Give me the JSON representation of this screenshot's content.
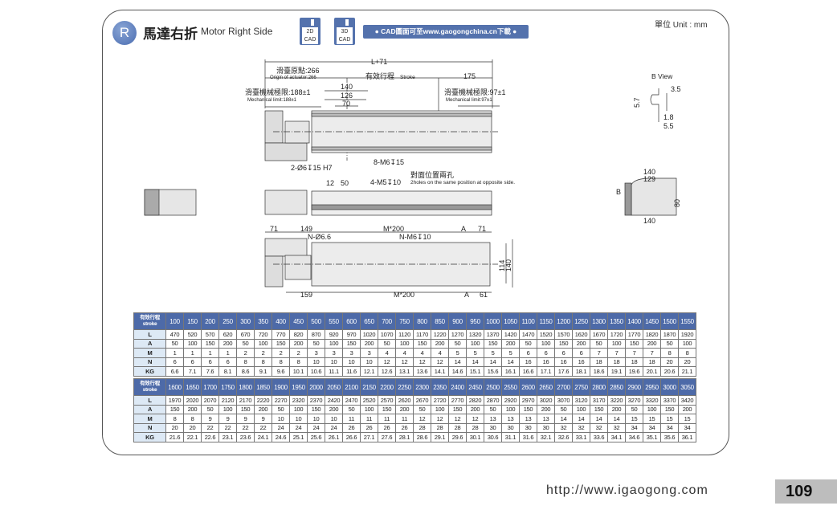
{
  "header": {
    "badge": "R",
    "title": "馬達右折",
    "subtitle": "Motor Right Side",
    "cad2d": [
      "2D",
      "CAD"
    ],
    "cad3d": [
      "3D",
      "CAD"
    ],
    "cad_note": "● CAD圖面可至www.gaogongchina.cn下載 ●",
    "unit": "單位 Unit : mm"
  },
  "drawing": {
    "l71": "L+71",
    "origin_cn": "滑臺原點:266",
    "origin_en": "Origin of actuator:266",
    "stroke_cn": "有效行程",
    "stroke_en": "Stroke",
    "d175": "175",
    "mech_left_cn": "滑臺機械極限:188±1",
    "mech_left_en": "Mechanical limit:188±1",
    "mech_right_cn": "滑臺機械極限:97±1",
    "mech_right_en": "Mechanical limit:97±1",
    "d140": "140",
    "d126": "126",
    "d70": "70",
    "pin": "2-Ø6↧15 H7",
    "m6": "8-M6↧15",
    "d12": "12",
    "d50": "50",
    "m5": "4-M5↧10",
    "opp_cn": "對面位置兩孔",
    "opp_en": "2holes on the same position at opposite side.",
    "b71a": "71",
    "b149": "149",
    "bm200": "M*200",
    "bA": "A",
    "b71b": "71",
    "n66": "N-Ø6.6",
    "nm6": "N-M6↧10",
    "b114": "114",
    "b140": "140",
    "b159": "159",
    "bm200b": "M*200",
    "bA2": "A",
    "b61": "61",
    "bview": "B  View",
    "v35": "3.5",
    "v57": "5.7",
    "v18": "1.8",
    "v55": "5.5",
    "e140": "140",
    "e129": "129",
    "eB": "B",
    "e80": "80",
    "e140b": "140"
  },
  "tables": [
    {
      "header": [
        "有效行程",
        "stroke"
      ],
      "rows": [
        {
          "label": "stroke",
          "values": [
            "100",
            "150",
            "200",
            "250",
            "300",
            "350",
            "400",
            "450",
            "500",
            "550",
            "600",
            "650",
            "700",
            "750",
            "800",
            "850",
            "900",
            "950",
            "1000",
            "1050",
            "1100",
            "1150",
            "1200",
            "1250",
            "1300",
            "1350",
            "1400",
            "1450",
            "1500",
            "1550"
          ]
        },
        {
          "label": "L",
          "values": [
            "470",
            "520",
            "570",
            "620",
            "670",
            "720",
            "770",
            "820",
            "870",
            "920",
            "970",
            "1020",
            "1070",
            "1120",
            "1170",
            "1220",
            "1270",
            "1320",
            "1370",
            "1420",
            "1470",
            "1520",
            "1570",
            "1620",
            "1670",
            "1720",
            "1770",
            "1820",
            "1870",
            "1920"
          ]
        },
        {
          "label": "A",
          "values": [
            "50",
            "100",
            "150",
            "200",
            "50",
            "100",
            "150",
            "200",
            "50",
            "100",
            "150",
            "200",
            "50",
            "100",
            "150",
            "200",
            "50",
            "100",
            "150",
            "200",
            "50",
            "100",
            "150",
            "200",
            "50",
            "100",
            "150",
            "200",
            "50",
            "100"
          ]
        },
        {
          "label": "M",
          "values": [
            "1",
            "1",
            "1",
            "1",
            "2",
            "2",
            "2",
            "2",
            "3",
            "3",
            "3",
            "3",
            "4",
            "4",
            "4",
            "4",
            "5",
            "5",
            "5",
            "5",
            "6",
            "6",
            "6",
            "6",
            "7",
            "7",
            "7",
            "7",
            "8",
            "8"
          ]
        },
        {
          "label": "N",
          "values": [
            "6",
            "6",
            "6",
            "6",
            "8",
            "8",
            "8",
            "8",
            "10",
            "10",
            "10",
            "10",
            "12",
            "12",
            "12",
            "12",
            "14",
            "14",
            "14",
            "14",
            "16",
            "16",
            "16",
            "16",
            "18",
            "18",
            "18",
            "18",
            "20",
            "20"
          ]
        },
        {
          "label": "KG",
          "values": [
            "6.6",
            "7.1",
            "7.6",
            "8.1",
            "8.6",
            "9.1",
            "9.6",
            "10.1",
            "10.6",
            "11.1",
            "11.6",
            "12.1",
            "12.6",
            "13.1",
            "13.6",
            "14.1",
            "14.6",
            "15.1",
            "15.6",
            "16.1",
            "16.6",
            "17.1",
            "17.6",
            "18.1",
            "18.6",
            "19.1",
            "19.6",
            "20.1",
            "20.6",
            "21.1"
          ]
        }
      ]
    },
    {
      "header": [
        "有效行程",
        "stroke"
      ],
      "rows": [
        {
          "label": "stroke",
          "values": [
            "1600",
            "1650",
            "1700",
            "1750",
            "1800",
            "1850",
            "1900",
            "1950",
            "2000",
            "2050",
            "2100",
            "2150",
            "2200",
            "2250",
            "2300",
            "2350",
            "2400",
            "2450",
            "2500",
            "2550",
            "2600",
            "2650",
            "2700",
            "2750",
            "2800",
            "2850",
            "2900",
            "2950",
            "3000",
            "3050"
          ]
        },
        {
          "label": "L",
          "values": [
            "1970",
            "2020",
            "2070",
            "2120",
            "2170",
            "2220",
            "2270",
            "2320",
            "2370",
            "2420",
            "2470",
            "2520",
            "2570",
            "2620",
            "2670",
            "2720",
            "2770",
            "2820",
            "2870",
            "2920",
            "2970",
            "3020",
            "3070",
            "3120",
            "3170",
            "3220",
            "3270",
            "3320",
            "3370",
            "3420"
          ]
        },
        {
          "label": "A",
          "values": [
            "150",
            "200",
            "50",
            "100",
            "150",
            "200",
            "50",
            "100",
            "150",
            "200",
            "50",
            "100",
            "150",
            "200",
            "50",
            "100",
            "150",
            "200",
            "50",
            "100",
            "150",
            "200",
            "50",
            "100",
            "150",
            "200",
            "50",
            "100",
            "150",
            "200"
          ]
        },
        {
          "label": "M",
          "values": [
            "8",
            "8",
            "9",
            "9",
            "9",
            "9",
            "10",
            "10",
            "10",
            "10",
            "11",
            "11",
            "11",
            "11",
            "12",
            "12",
            "12",
            "12",
            "13",
            "13",
            "13",
            "13",
            "14",
            "14",
            "14",
            "14",
            "15",
            "15",
            "15",
            "15"
          ]
        },
        {
          "label": "N",
          "values": [
            "20",
            "20",
            "22",
            "22",
            "22",
            "22",
            "24",
            "24",
            "24",
            "24",
            "26",
            "26",
            "26",
            "26",
            "28",
            "28",
            "28",
            "28",
            "30",
            "30",
            "30",
            "30",
            "32",
            "32",
            "32",
            "32",
            "34",
            "34",
            "34",
            "34"
          ]
        },
        {
          "label": "KG",
          "values": [
            "21.6",
            "22.1",
            "22.6",
            "23.1",
            "23.6",
            "24.1",
            "24.6",
            "25.1",
            "25.6",
            "26.1",
            "26.6",
            "27.1",
            "27.6",
            "28.1",
            "28.6",
            "29.1",
            "29.6",
            "30.1",
            "30.6",
            "31.1",
            "31.6",
            "32.1",
            "32.6",
            "33.1",
            "33.6",
            "34.1",
            "34.6",
            "35.1",
            "35.6",
            "36.1"
          ]
        }
      ]
    }
  ],
  "footer": {
    "url": "http://www.igaogong.com",
    "page": "109"
  }
}
